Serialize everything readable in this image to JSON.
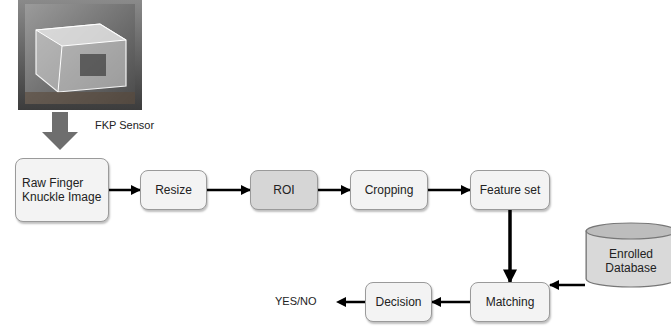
{
  "diagram": {
    "nodes": [
      {
        "text": [
          "Raw Finger Knuckle Image"
        ]
      },
      {
        "text": [
          "Resize"
        ]
      },
      {
        "text": [
          "ROI"
        ]
      },
      {
        "text": [
          "Cropping"
        ]
      },
      {
        "text": [
          "Feature set"
        ]
      },
      {
        "text": [
          "Enrolled Database"
        ]
      },
      {
        "text": [
          "Matching"
        ]
      },
      {
        "text": [
          "Decision"
        ]
      }
    ],
    "edges": [
      {
        "from": 0,
        "to": 1,
        "arrow": "to"
      },
      {
        "from": 1,
        "to": 2,
        "arrow": "to"
      },
      {
        "from": 2,
        "to": 3,
        "arrow": "to"
      },
      {
        "from": 3,
        "to": 4,
        "arrow": "to"
      },
      {
        "from": 4,
        "to": 6,
        "arrow": "to"
      },
      {
        "from": 5,
        "to": 6,
        "arrow": "to"
      },
      {
        "from": 6,
        "to": 7,
        "arrow": "to"
      }
    ],
    "labels": [
      "FKP Sensor",
      "YES/NO"
    ]
  }
}
